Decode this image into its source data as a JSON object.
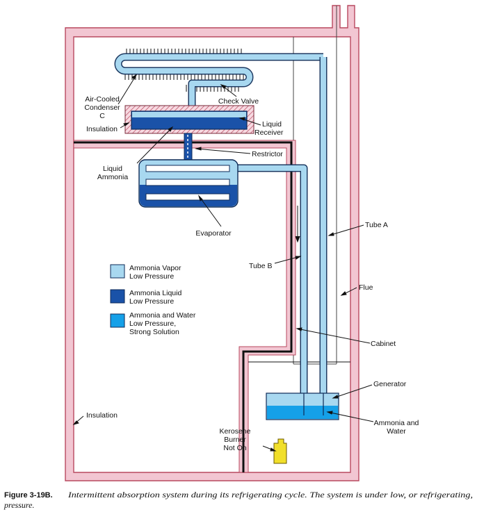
{
  "labels": {
    "air_cooled_condenser": [
      "Air-Cooled",
      "Condenser",
      "C"
    ],
    "check_valve": "Check Valve",
    "insulation_top": "Insulation",
    "liquid_receiver": [
      "Liquid",
      "Receiver"
    ],
    "restrictor": "Restrictor",
    "liquid_ammonia": [
      "Liquid",
      "Ammonia"
    ],
    "evaporator": "Evaporator",
    "tube_a": "Tube A",
    "tube_b": "Tube B",
    "flue": "Flue",
    "cabinet": "Cabinet",
    "generator": "Generator",
    "ammonia_and_water": [
      "Ammonia and",
      "Water"
    ],
    "insulation_side": "Insulation",
    "kerosene_burner": [
      "Kerosene",
      "Burner",
      "Not On"
    ]
  },
  "legend": [
    {
      "lines": [
        "Ammonia Vapor",
        "Low Pressure"
      ],
      "color": "#a8d8f0"
    },
    {
      "lines": [
        "Ammonia Liquid",
        "Low Pressure"
      ],
      "color": "#1a52a8"
    },
    {
      "lines": [
        "Ammonia and Water",
        "Low Pressure,",
        "Strong Solution"
      ],
      "color": "#15a0e8"
    }
  ],
  "caption": {
    "figure": "Figure 3-19B.",
    "line1": "Intermittent absorption system during its refrigerating cycle. The system is under low, or refrigerating,",
    "line2": "pressure."
  },
  "colors": {
    "insulation": "#f2c6d2",
    "insulation_edge": "#b8485f",
    "vapor": "#a8d8f0",
    "liquid": "#1a52a8",
    "solution": "#15a0e8",
    "burner": "#f1df2a"
  }
}
